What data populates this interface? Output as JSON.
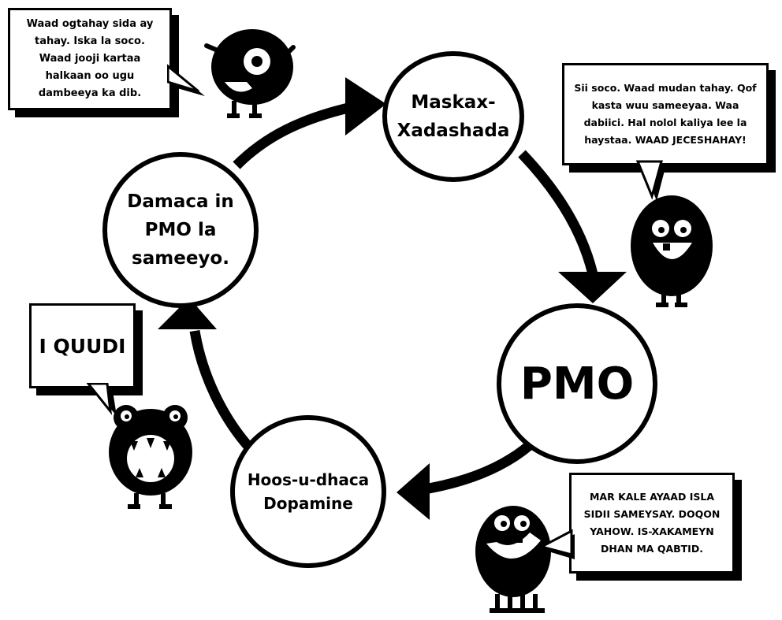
{
  "nodes": {
    "brain_fog": "Maskax-\nXadashada",
    "pmo": "PMO",
    "dopamine_drop": "Hoos-u-dhaca\nDopamine",
    "urge": "Damaca in\nPMO la\nsameeyo."
  },
  "bubbles": {
    "top_left": "Waad ogtahay sida ay\ntahay. Iska la soco.\nWaad jooji kartaa\nhalkaan oo ugu\ndambeeya ka dib.",
    "top_right": "Sii soco. Waad mudan tahay. Qof\nkasta wuu sameeyaa. Waa\ndabiici. Hal nolol kaliya lee la\nhaystaa. WAAD JECESHAHAY!",
    "left": "I QUUDI",
    "bottom_right": "MAR KALE AYAAD ISLA\nSIDII SAMEYSAY. DOQON\nYAHOW. IS-XAKAMEYN\nDHAN MA QABTID."
  },
  "colors": {
    "ink": "#000000",
    "paper": "#ffffff"
  },
  "characters": [
    "one-eyed-monster",
    "grinning-monster",
    "feed-me-monster",
    "mocking-monster"
  ]
}
